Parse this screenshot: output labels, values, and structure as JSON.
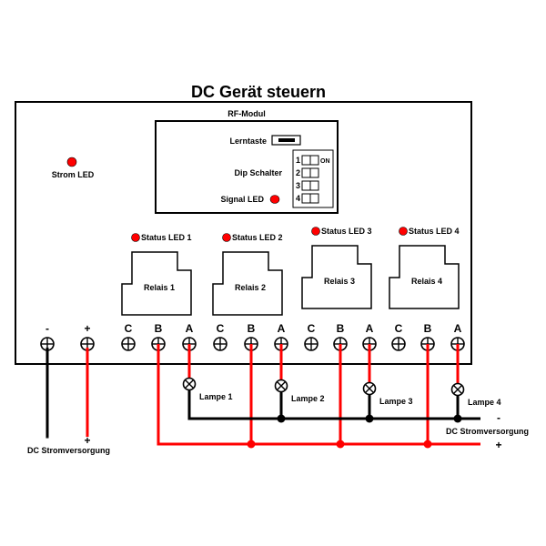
{
  "title": "DC Gerät steuern",
  "colors": {
    "wire_positive": "#ff0000",
    "wire_negative": "#000000",
    "led": "#ff0000",
    "outline": "#000000"
  },
  "device": {
    "power_led_label": "Strom LED",
    "rf_module": {
      "label": "RF-Modul",
      "learn_button_label": "Lerntaste",
      "dip_switch_label": "Dip Schalter",
      "dip_switch_on_label": "ON",
      "dip_positions": [
        "1",
        "2",
        "3",
        "4"
      ],
      "signal_led_label": "Signal LED"
    },
    "relays": [
      {
        "name": "Relais 1",
        "status_led": "Status LED 1"
      },
      {
        "name": "Relais 2",
        "status_led": "Status LED 2"
      },
      {
        "name": "Relais 3",
        "status_led": "Status LED 3"
      },
      {
        "name": "Relais 4",
        "status_led": "Status LED 4"
      }
    ],
    "terminals": [
      "-",
      "+",
      "C",
      "B",
      "A",
      "C",
      "B",
      "A",
      "C",
      "B",
      "A",
      "C",
      "B",
      "A"
    ]
  },
  "lamps": [
    "Lampe 1",
    "Lampe 2",
    "Lampe 3",
    "Lampe 4"
  ],
  "power_supply": {
    "label": "DC Stromversorgung",
    "negative": "-",
    "positive": "+"
  }
}
